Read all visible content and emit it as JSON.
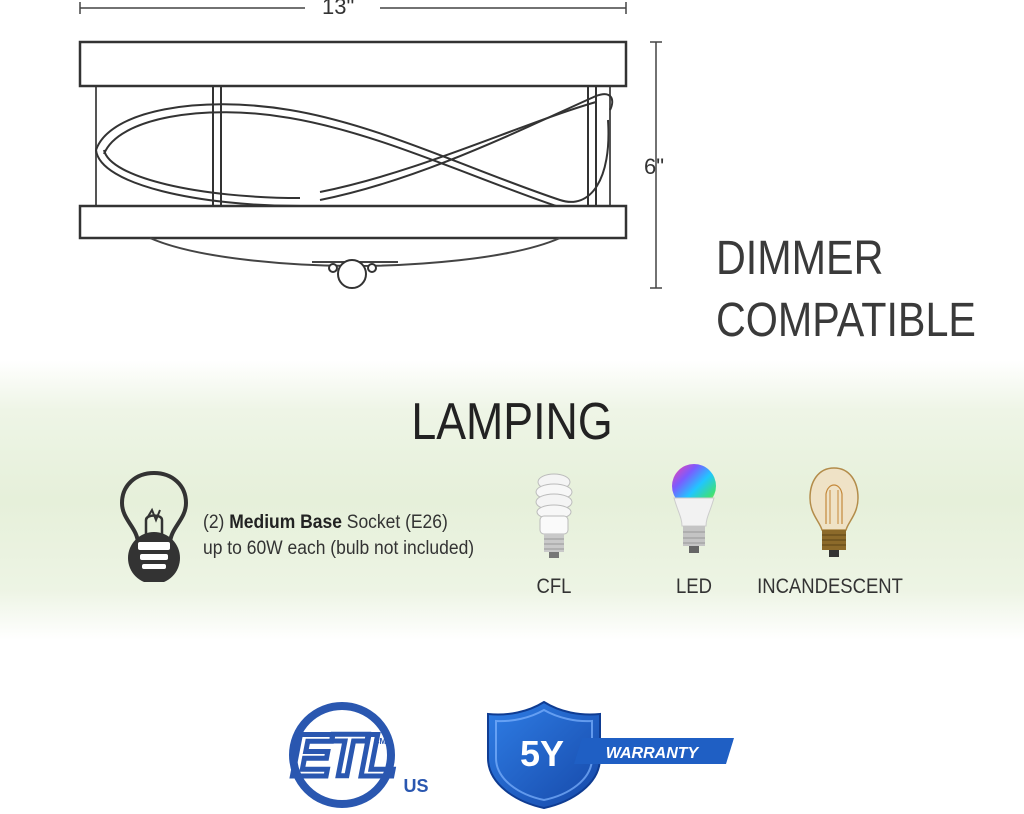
{
  "dimensions": {
    "width_label": "13\"",
    "height_label": "6\""
  },
  "feature": {
    "line1": "DIMMER",
    "line2": "COMPATIBLE"
  },
  "lamping": {
    "title": "LAMPING",
    "socket": {
      "count": "(2)",
      "base": "Medium Base",
      "rest": "Socket (E26)",
      "line2": "up to 60W each (bulb not included)"
    },
    "bulbs": [
      "CFL",
      "LED",
      "INCANDESCENT"
    ]
  },
  "certifications": {
    "etl_letters": "ETL",
    "etl_cm": "CM",
    "etl_us": "US",
    "warranty_years": "5Y",
    "warranty_text": "WARRANTY"
  },
  "colors": {
    "etl_blue": "#2a57b0",
    "shield_blue": "#1f64c8",
    "text": "#333333"
  }
}
